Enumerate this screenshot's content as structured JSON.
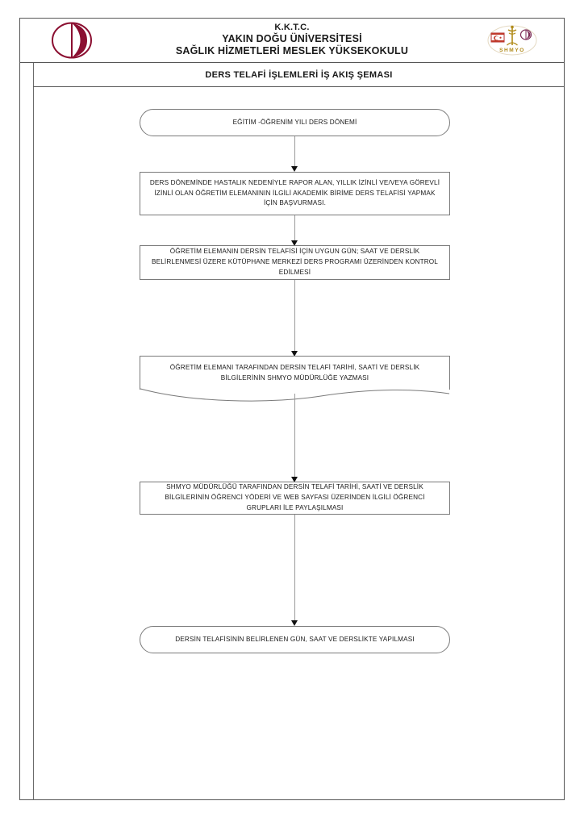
{
  "document": {
    "header": {
      "logo_left": "neu-crescent-logo",
      "logo_right": "shmyo-caduceus-logo",
      "institution_line_1": "K.K.T.C.",
      "institution_line_2": "YAKIN DOĞU ÜNİVERSİTESİ",
      "institution_line_3": "SAĞLIK HİZMETLERİ MESLEK YÜKSEKOKULU",
      "subtitle": "DERS TELAFİ İŞLEMLERİ İŞ AKIŞ ŞEMASI"
    },
    "colors": {
      "logo_maroon": "#8b0f31",
      "frame_line": "#565656",
      "node_border": "#7a7a7a",
      "connector": "#9a9a9a",
      "arrowhead": "#111111",
      "text": "#1a1a1a",
      "page_background": "#ffffff"
    },
    "flowchart": {
      "type": "flowchart",
      "orientation": "vertical-top-to-bottom",
      "nodes": [
        {
          "id": "n1",
          "shape": "terminator",
          "text": "EĞİTİM -ÖĞRENİM YILI DERS DÖNEMİ"
        },
        {
          "id": "n2",
          "shape": "process",
          "text": "DERS DÖNEMİNDE HASTALIK NEDENİYLE RAPOR ALAN, YILLIK İZİNLİ VE/VEYA GÖREVLİ İZİNLİ OLAN ÖĞRETİM ELEMANININ İLGİLİ AKADEMİK BİRİME DERS TELAFİSİ YAPMAK İÇİN BAŞVURMASI."
        },
        {
          "id": "n3",
          "shape": "process",
          "text": "ÖĞRETİM ELEMANIN DERSİN TELAFİSİ İÇİN UYGUN GÜN; SAAT VE DERSLİK BELİRLENMESİ ÜZERE KÜTÜPHANE MERKEZİ DERS PROGRAMI ÜZERİNDEN KONTROL EDİLMESİ"
        },
        {
          "id": "n4",
          "shape": "document",
          "text": "ÖĞRETİM ELEMANI TARAFINDAN DERSİN TELAFİ TARİHİ, SAATİ VE DERSLİK BİLGİLERİNİN SHMYO MÜDÜRLÜĞE YAZMASI"
        },
        {
          "id": "n5",
          "shape": "process",
          "text": "SHMYO MÜDÜRLÜĞÜ TARAFINDAN DERSİN TELAFİ TARİHİ, SAATİ VE DERSLİK BİLGİLERİNİN ÖĞRENCİ YÖDERİ VE WEB SAYFASI ÜZERİNDEN İLGİLİ ÖĞRENCİ GRUPLARI İLE PAYLAŞILMASI"
        },
        {
          "id": "n6",
          "shape": "terminator",
          "text": "DERSİN TELAFİSİNİN BELİRLENEN GÜN, SAAT VE DERSLİKTE YAPILMASI"
        }
      ],
      "edges": [
        {
          "from": "n1",
          "to": "n2",
          "style": "arrow-down"
        },
        {
          "from": "n2",
          "to": "n3",
          "style": "arrow-down"
        },
        {
          "from": "n3",
          "to": "n4",
          "style": "arrow-down"
        },
        {
          "from": "n4",
          "to": "n5",
          "style": "arrow-down"
        },
        {
          "from": "n5",
          "to": "n6",
          "style": "arrow-down"
        }
      ]
    }
  }
}
